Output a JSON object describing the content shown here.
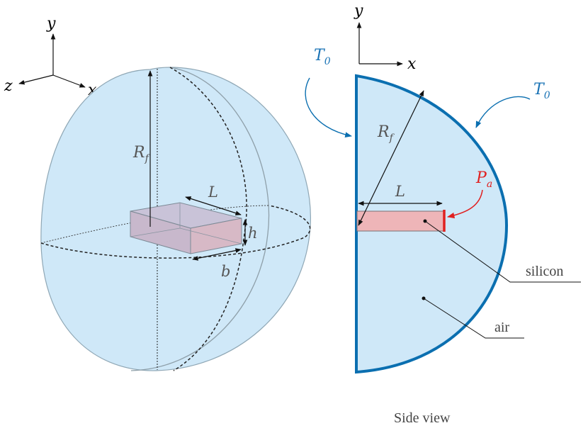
{
  "axes_left": {
    "y": "y",
    "z": "z",
    "x": "x"
  },
  "axes_right": {
    "y": "y",
    "x": "x"
  },
  "left_view": {
    "radius_label": "R",
    "radius_sub": "f",
    "length_label": "L",
    "height_label": "h",
    "width_label": "b"
  },
  "right_view": {
    "temp_left": "T",
    "temp_left_sub": "0",
    "temp_right": "T",
    "temp_right_sub": "0",
    "radius_label": "R",
    "radius_sub": "f",
    "length_label": "L",
    "power_label": "P",
    "power_sub": "a",
    "silicon_label": "silicon",
    "air_label": "air",
    "caption": "Side view"
  },
  "colors": {
    "sphere_fill": "#cfe8f8",
    "outline_blue": "#0b6fb0",
    "temp_text": "#1a73b5",
    "silicon_fill": "#eeb5b8",
    "power_red": "#e02020",
    "text_grey": "#555555"
  }
}
